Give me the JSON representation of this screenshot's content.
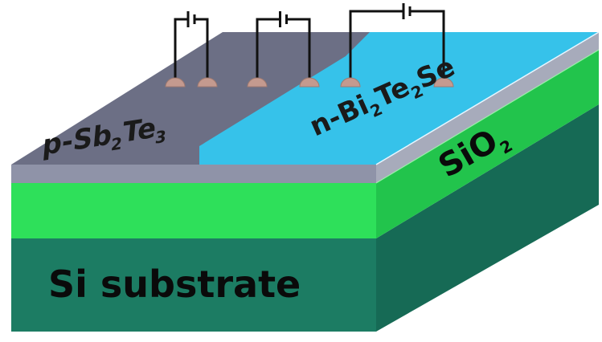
{
  "diagram": {
    "substrate_label": "Si substrate",
    "oxide_label": {
      "main": "SiO",
      "sub": "2"
    },
    "p_label": {
      "prefix": "p-Sb",
      "sub1": "2",
      "mid": "Te",
      "sub2": "3"
    },
    "n_label": {
      "prefix": "n-Bi",
      "sub1": "2",
      "mid": "Te",
      "sub2": "2",
      "suffix": "Se"
    },
    "colors": {
      "si_front": "#1c7c63",
      "si_side": "#166a55",
      "oxide_front": "#2ee05a",
      "oxide_side": "#22c44c",
      "film_front": "#8f93a8",
      "film_side": "#a7abbb",
      "p_top": "#6c6f85",
      "n_top": "#36c2ea",
      "contact": "#c49a8f",
      "wire": "#111111"
    },
    "contact_count": 6,
    "battery_count": 3
  }
}
